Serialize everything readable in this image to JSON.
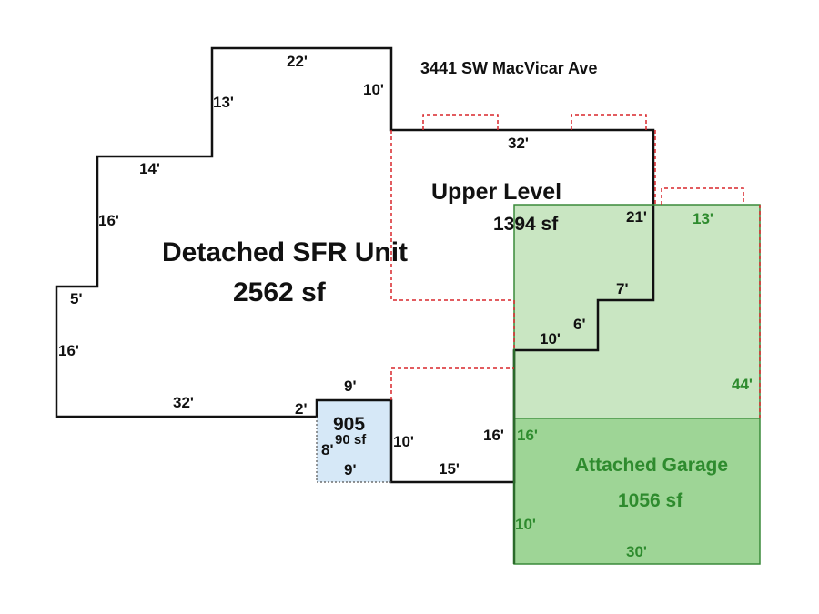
{
  "address": "3441 SW MacVicar Ave",
  "areas": {
    "main": {
      "title": "Detached SFR Unit",
      "sqft": "2562 sf"
    },
    "upper": {
      "title": "Upper Level",
      "sqft": "1394 sf"
    },
    "garage": {
      "title": "Attached Garage",
      "sqft": "1056 sf"
    },
    "small": {
      "title": "905",
      "sqft": "90 sf"
    }
  },
  "dimensions": {
    "main": {
      "top_22": "22'",
      "left_13": "13'",
      "right_10": "10'",
      "step_14": "14'",
      "left_16a": "16'",
      "step_5": "5'",
      "left_16b": "16'",
      "bottom_32": "32'",
      "step_2": "2'",
      "small_top_9": "9'",
      "small_left_8": "8'",
      "small_bottom_9": "9'",
      "right_10b": "10'",
      "bottom_15": "15'",
      "right_16": "16'",
      "diag_10": "10'",
      "diag_6": "6'",
      "diag_7": "7'",
      "upper_32": "32'",
      "upper_21": "21'"
    },
    "garage": {
      "top_13": "13'",
      "right_44": "44'",
      "left_16": "16'",
      "left_10": "10'",
      "bottom_30": "30'"
    }
  },
  "colors": {
    "outline": "#111111",
    "upper_dash": "#d9262b",
    "garage_fill_light": "#c9e6c2",
    "garage_fill_dark": "#9ed596",
    "garage_text": "#2e8b2e",
    "small_fill": "#d6e8f7"
  }
}
